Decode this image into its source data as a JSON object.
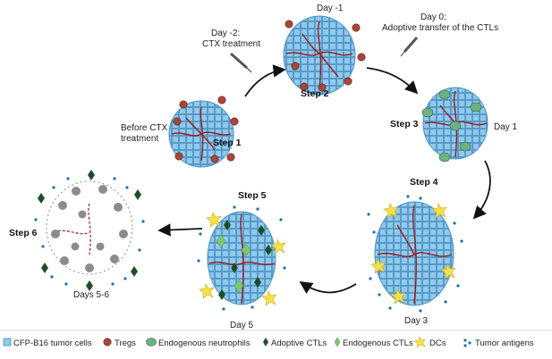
{
  "colors": {
    "tumor_fill": "#8fc9ec",
    "tumor_stroke": "#4a90c2",
    "vessel": "#9b1b1b",
    "treg": "#a8463a",
    "neutrophil": "#6fb083",
    "adoptive_ctl": "#1f4d2b",
    "endogenous_ctl": "#7cc96a",
    "dc": "#f6e04a",
    "antigen": "#1a6fb5",
    "dead_cell": "#8c8c8c",
    "arrow": "#111111"
  },
  "steps": [
    {
      "label": "Step 1",
      "annotation_line1": "Before CTX",
      "annotation_line2": "treatment"
    },
    {
      "label": "Step 2",
      "annotation_line1": "Day -1"
    },
    {
      "label": "Step 3",
      "annotation_line1": "Day 1"
    },
    {
      "label": "Step 4",
      "annotation_line1": "Day 3"
    },
    {
      "label": "Step 5",
      "annotation_line1": "Day 5"
    },
    {
      "label": "Step 6",
      "annotation_line1": "Days 5-6"
    }
  ],
  "events": [
    {
      "line1": "Day -2:",
      "line2": "CTX treatment",
      "icon": "syringe-icon"
    },
    {
      "line1": "Day 0:",
      "line2": "Adoptive transfer of the CTLs",
      "icon": "syringe-icon"
    }
  ],
  "legend": [
    {
      "label": "CFP-B16 tumor cells",
      "icon": "tumor-cell-icon"
    },
    {
      "label": "Tregs",
      "icon": "treg-icon"
    },
    {
      "label": "Endogenous neutrophils",
      "icon": "neutrophil-icon"
    },
    {
      "label": "Adoptive CTLs",
      "icon": "adoptive-ctl-icon"
    },
    {
      "label": "Endogenous CTLs",
      "icon": "endogenous-ctl-icon"
    },
    {
      "label": "DCs",
      "icon": "dc-icon"
    },
    {
      "label": "Tumor antigens",
      "icon": "tumor-antigen-icon"
    }
  ]
}
